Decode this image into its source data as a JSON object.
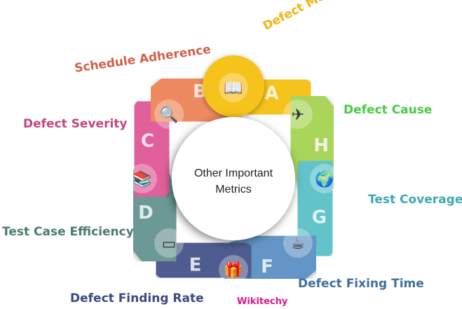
{
  "center_text": [
    "Other Important",
    "Metrics"
  ],
  "watermark": "Wikitechy",
  "segments": [
    {
      "letter": "A",
      "label": "Defect Metrics",
      "color": "#f6c21a",
      "label_color": "#f2b415",
      "icon": "open-book-icon",
      "glyph": "📖"
    },
    {
      "letter": "H",
      "label": "Defect Cause",
      "color": "#a8d55a",
      "label_color": "#44cc44",
      "icon": "paper-plane-icon",
      "glyph": "✈"
    },
    {
      "letter": "G",
      "label": "Test Coverage",
      "color": "#62c3ca",
      "label_color": "#3fa8b2",
      "icon": "globe-icon",
      "glyph": "🌍"
    },
    {
      "letter": "F",
      "label": "Defect Fixing Time",
      "color": "#6395c6",
      "label_color": "#3f6f9f",
      "icon": "coffee-cup-icon",
      "glyph": "☕"
    },
    {
      "letter": "E",
      "label": "Defect Finding Rate",
      "color": "#4f5b8f",
      "label_color": "#3b4a80",
      "icon": "gift-icon",
      "glyph": "🎁"
    },
    {
      "letter": "D",
      "label": "Test Case Efficiency",
      "color": "#6c9995",
      "label_color": "#4b7a72",
      "icon": "tablet-icon",
      "glyph": "▭"
    },
    {
      "letter": "C",
      "label": "Defect Severity",
      "color": "#e0619b",
      "label_color": "#c5457b",
      "icon": "books-icon",
      "glyph": "📚"
    },
    {
      "letter": "B",
      "label": "Schedule Adherence",
      "color": "#ee8a5f",
      "label_color": "#d0604a",
      "icon": "magnifier-icon",
      "glyph": "🔍"
    }
  ]
}
